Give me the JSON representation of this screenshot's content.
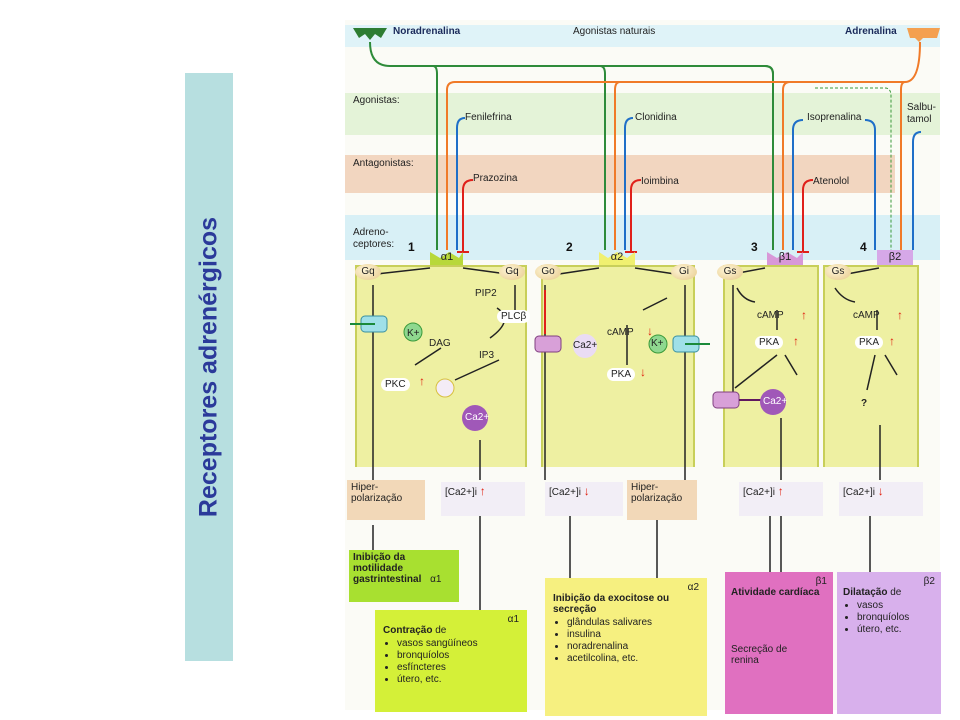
{
  "sidebar": {
    "title": "Receptores adrenérgicos"
  },
  "header": {
    "noradrenalina": "Noradrenalina",
    "agonistas_naturais": "Agonistas naturais",
    "adrenalina": "Adrenalina"
  },
  "rows": {
    "agonistas": "Agonistas:",
    "antagonistas": "Antagonistas:",
    "adrenoceptores_1": "Adreno-",
    "adrenoceptores_2": "ceptores:"
  },
  "agonists": [
    "Fenilefrina",
    "Clonidina",
    "Isoprenalina",
    "Salbu-",
    "tamol"
  ],
  "antagonists": [
    "Prazozina",
    "Ioimbina",
    "Atenolol"
  ],
  "receptors": [
    {
      "num": "1",
      "name": "α1",
      "g_left": "Gq",
      "g_right": "Gq"
    },
    {
      "num": "2",
      "name": "α2",
      "g_left": "Go",
      "g_right": "Gi"
    },
    {
      "num": "3",
      "name": "β1",
      "g_left": "Gs"
    },
    {
      "num": "4",
      "name": "β2",
      "g_left": "Gs"
    }
  ],
  "cell1": {
    "pip2": "PIP2",
    "plc": "PLCβ",
    "k": "K+",
    "dag": "DAG",
    "ip3": "IP3",
    "pkc": "PKC",
    "ca": "Ca2+"
  },
  "cell2": {
    "camp": "cAMP",
    "pka": "PKA",
    "ca": "Ca2+",
    "k": "K+"
  },
  "cell3": {
    "camp": "cAMP",
    "pka": "PKA",
    "ca": "Ca2+"
  },
  "cell4": {
    "camp": "cAMP",
    "pka": "PKA",
    "q": "?"
  },
  "effects": {
    "hiper1": "Hiper- polarização",
    "ca1": "[Ca2+]i",
    "ca2": "[Ca2+]i",
    "hiper2": "Hiper- polarização",
    "ca3": "[Ca2+]i",
    "ca4": "[Ca2+]i"
  },
  "outcomes": {
    "gi": {
      "title": "Inibição da motilidade gastrintestinal",
      "tag": "α1"
    },
    "contr": {
      "title": "Contração",
      "suffix": " de",
      "tag": "α1",
      "items": [
        "vasos sangüíneos",
        "bronquíolos",
        "esfíncteres",
        "útero, etc."
      ]
    },
    "exo": {
      "title": "Inibição da exocitose ou secreção",
      "tag": "α2",
      "items": [
        "glândulas salivares",
        "insulina",
        "noradrenalina",
        "acetilcolina, etc."
      ]
    },
    "card": {
      "title": "Atividade cardíaca",
      "tag": "β1",
      "sub": "Secreção de renina"
    },
    "dil": {
      "title": "Dilatação",
      "suffix": " de",
      "tag": "β2",
      "items": [
        "vasos",
        "bronquíolos",
        "útero, etc."
      ]
    }
  },
  "colors": {
    "noradrenaline": "#2e8b3a",
    "adrenaline": "#f07a28",
    "agonist": "#1f6fc8",
    "antagonist": "#e0201a",
    "title": "#2b3a9a"
  }
}
